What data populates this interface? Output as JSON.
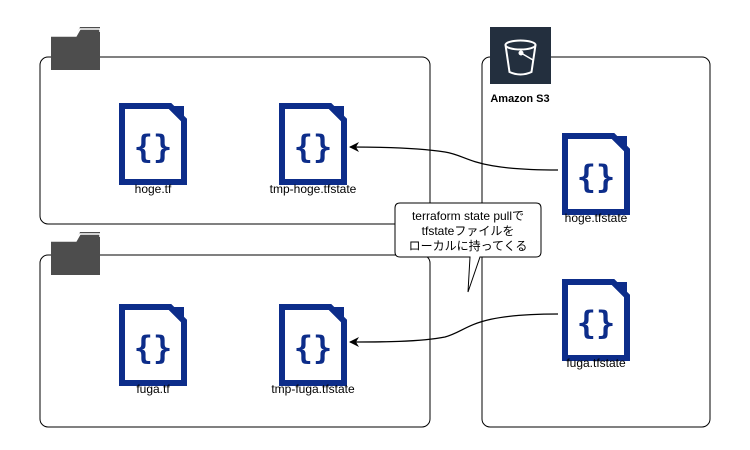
{
  "s3": {
    "label": "Amazon S3"
  },
  "folders": [
    {
      "files": [
        "hoge.tf",
        "tmp-hoge.tfstate"
      ]
    },
    {
      "files": [
        "fuga.tf",
        "tmp-fuga.tfstate"
      ]
    }
  ],
  "s3_files": [
    "hoge.tfstate",
    "fuga.tfstate"
  ],
  "callout": {
    "line1": "terraform state pullで",
    "line2": "tfstateファイルを",
    "line3": "ローカルに持ってくる"
  },
  "colors": {
    "file_icon": "#0d2d8a",
    "folder_icon": "#4d4d4d",
    "s3_bg": "#232f3e",
    "stroke": "#000000"
  }
}
